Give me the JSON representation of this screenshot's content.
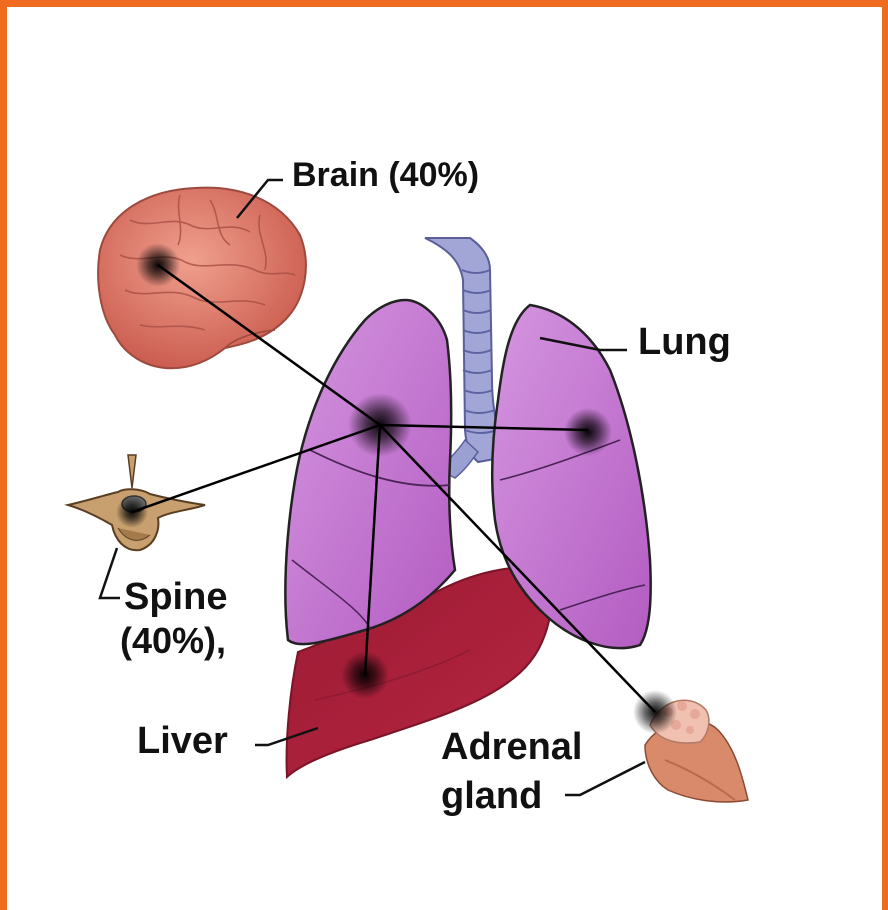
{
  "labels": {
    "brain": "Brain (40%)",
    "lung": "Lung",
    "spine_line1": "Spine",
    "spine_line2": "(40%),",
    "liver": "Liver",
    "adrenal_line1": "Adrenal",
    "adrenal_line2": "gland"
  },
  "colors": {
    "border": "#ef6c1f",
    "lung": "#c874d4",
    "liver": "#a91e3a",
    "brain": "#e07a6d",
    "trachea": "#8f96cf",
    "spine": "#c8a070",
    "adrenal": "#d88a6a",
    "metastasis": "#000000"
  }
}
